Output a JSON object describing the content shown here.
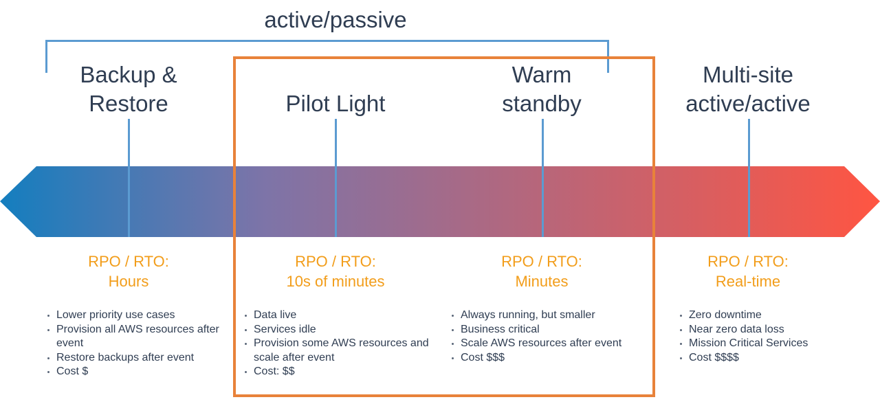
{
  "bracket_label": "active/passive",
  "strategies": [
    {
      "title_lines": [
        "Backup &",
        "Restore"
      ],
      "rpo_line1": "RPO / RTO:",
      "rpo_line2": "Hours",
      "bullets": [
        "Lower priority use cases",
        "Provision all AWS resources after event",
        "Restore backups after event",
        "Cost $"
      ]
    },
    {
      "title_lines": [
        "Pilot Light"
      ],
      "rpo_line1": "RPO / RTO:",
      "rpo_line2": "10s of minutes",
      "bullets": [
        "Data live",
        "Services idle",
        "Provision some AWS resources and scale after event",
        "Cost: $$"
      ]
    },
    {
      "title_lines": [
        "Warm",
        "standby"
      ],
      "rpo_line1": "RPO / RTO:",
      "rpo_line2": "Minutes",
      "bullets": [
        "Always running, but smaller",
        "Business critical",
        "Scale AWS resources after event",
        "Cost $$$"
      ]
    },
    {
      "title_lines": [
        "Multi-site",
        "active/active"
      ],
      "rpo_line1": "RPO / RTO:",
      "rpo_line2": "Real-time",
      "bullets": [
        "Zero downtime",
        "Near zero data loss",
        "Mission Critical Services",
        "Cost $$$$"
      ]
    }
  ],
  "colors": {
    "arrow_start": "#147ebf",
    "arrow_mid": "#7d74a8",
    "arrow_end": "#ff5542",
    "highlight_box": "#e8823a",
    "bracket": "#5b9bd1",
    "rpo_text": "#f29d1a",
    "title_text": "#2f3d52"
  }
}
